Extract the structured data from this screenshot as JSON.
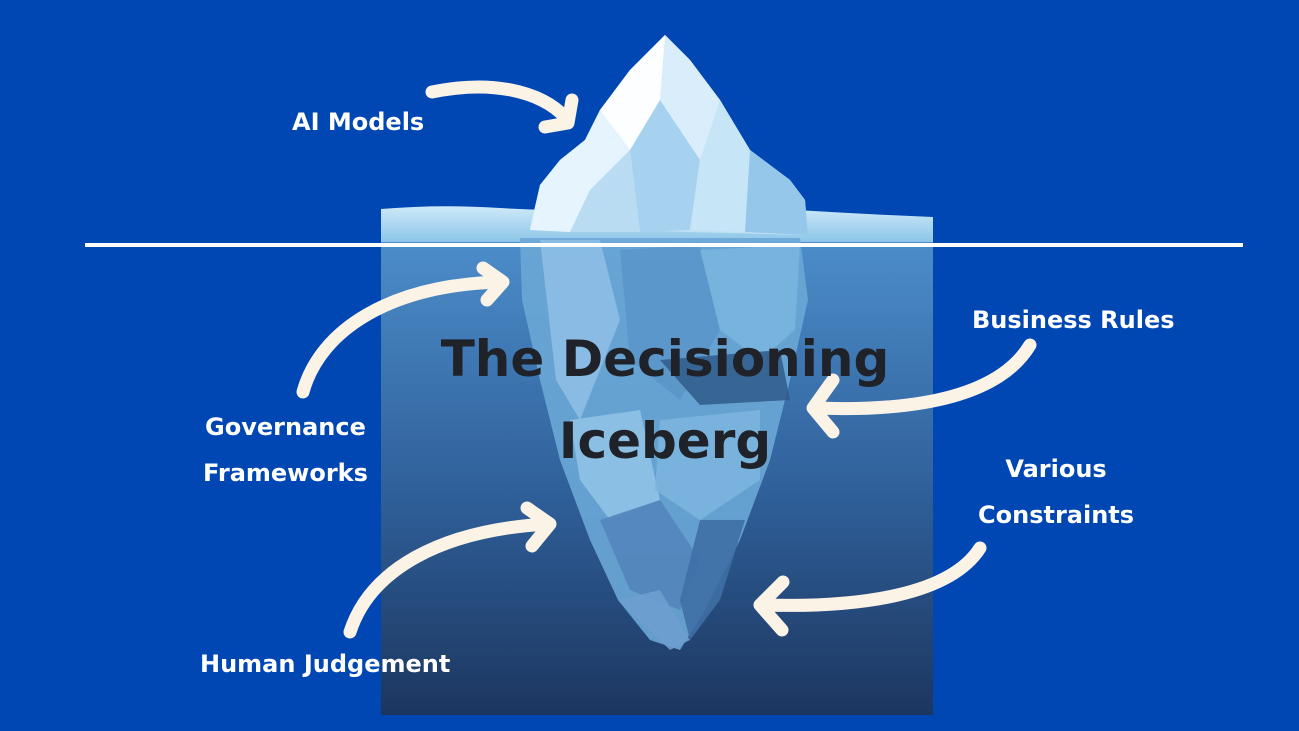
{
  "title": {
    "line1": "The Decisioning",
    "line2": "Iceberg"
  },
  "labels": {
    "ai_models": "AI Models",
    "business_rules": "Business Rules",
    "governance_line1": "Governance",
    "governance_line2": "Frameworks",
    "various_line1": "Various",
    "various_line2": "Constraints",
    "human_judgement": "Human Judgement"
  },
  "colors": {
    "background": "#0047b3",
    "water_top": "#4a8cc8",
    "water_bottom": "#1d3a66",
    "waterline": "#ffffff",
    "arrow": "#fbf3e6",
    "label_text": "#ffffff",
    "title_text": "#1f2229"
  }
}
